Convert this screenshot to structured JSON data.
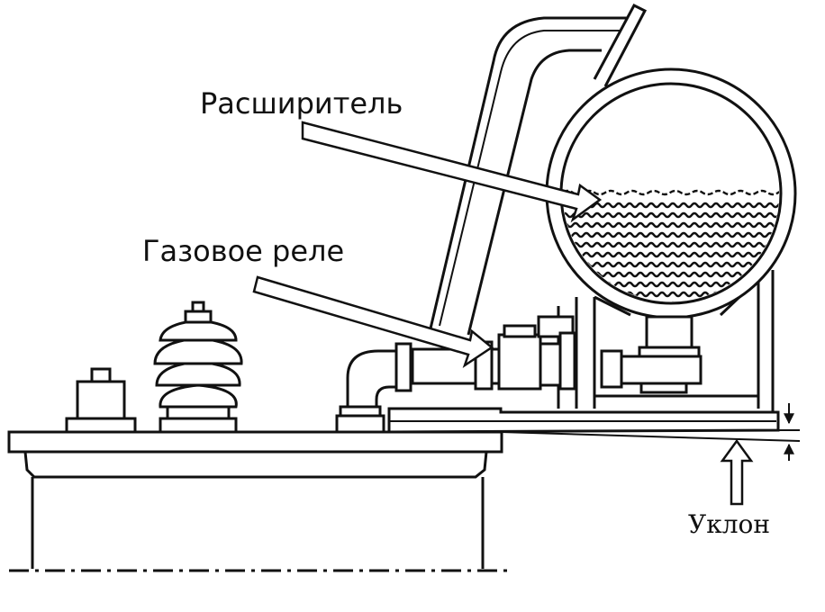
{
  "labels": {
    "expander": "Расширитель",
    "gas_relay": "Газовое реле",
    "slope": "Уклон"
  },
  "colors": {
    "stroke": "#111111",
    "background": "#ffffff"
  }
}
